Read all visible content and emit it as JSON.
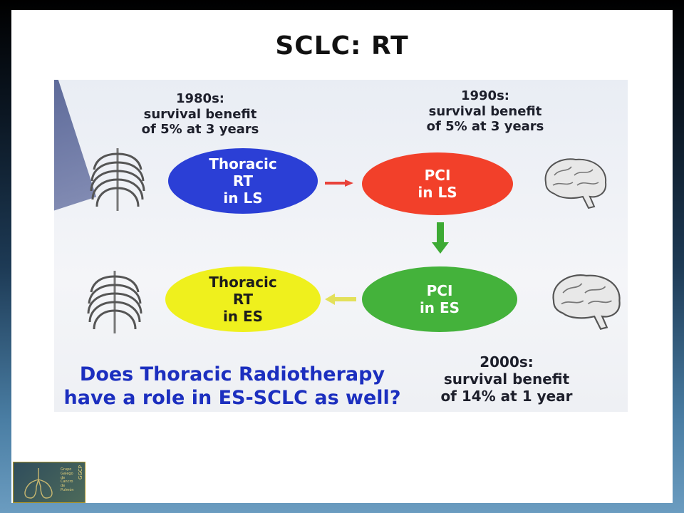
{
  "slide": {
    "title": "SCLC: RT"
  },
  "diagram": {
    "caption_1980s": [
      "1980s:",
      "survival benefit",
      "of 5% at 3 years"
    ],
    "caption_1990s": [
      "1990s:",
      "survival benefit",
      "of 5% at 3 years"
    ],
    "caption_2000s": [
      "2000s:",
      "survival benefit",
      "of 14% at 1 year"
    ],
    "nodes": [
      {
        "id": "thoracic-rt-ls",
        "lines": [
          "Thoracic",
          "RT",
          "in LS"
        ],
        "color": "#2b3fd6"
      },
      {
        "id": "pci-ls",
        "lines": [
          "PCI",
          "in LS"
        ],
        "color": "#f2402a"
      },
      {
        "id": "pci-es",
        "lines": [
          "PCI",
          "in ES"
        ],
        "color": "#44b23b"
      },
      {
        "id": "thoracic-rt-es",
        "lines": [
          "Thoracic",
          "RT",
          "in ES"
        ],
        "color": "#eff01d"
      }
    ],
    "arrow_colors": {
      "right": "#e8423a",
      "down": "#3daa34",
      "left": "#e3e05a"
    },
    "question": [
      "Does Thoracic Radiotherapy",
      "have a role in ES-SCLC as well?"
    ],
    "question_color": "#1c2fbf",
    "icons": [
      "ribcage-icon",
      "brain-icon"
    ]
  },
  "logo": {
    "text": [
      "Grupo",
      "Galego",
      "de Cancro",
      "de Pulmón"
    ],
    "mark": "GGCP"
  }
}
